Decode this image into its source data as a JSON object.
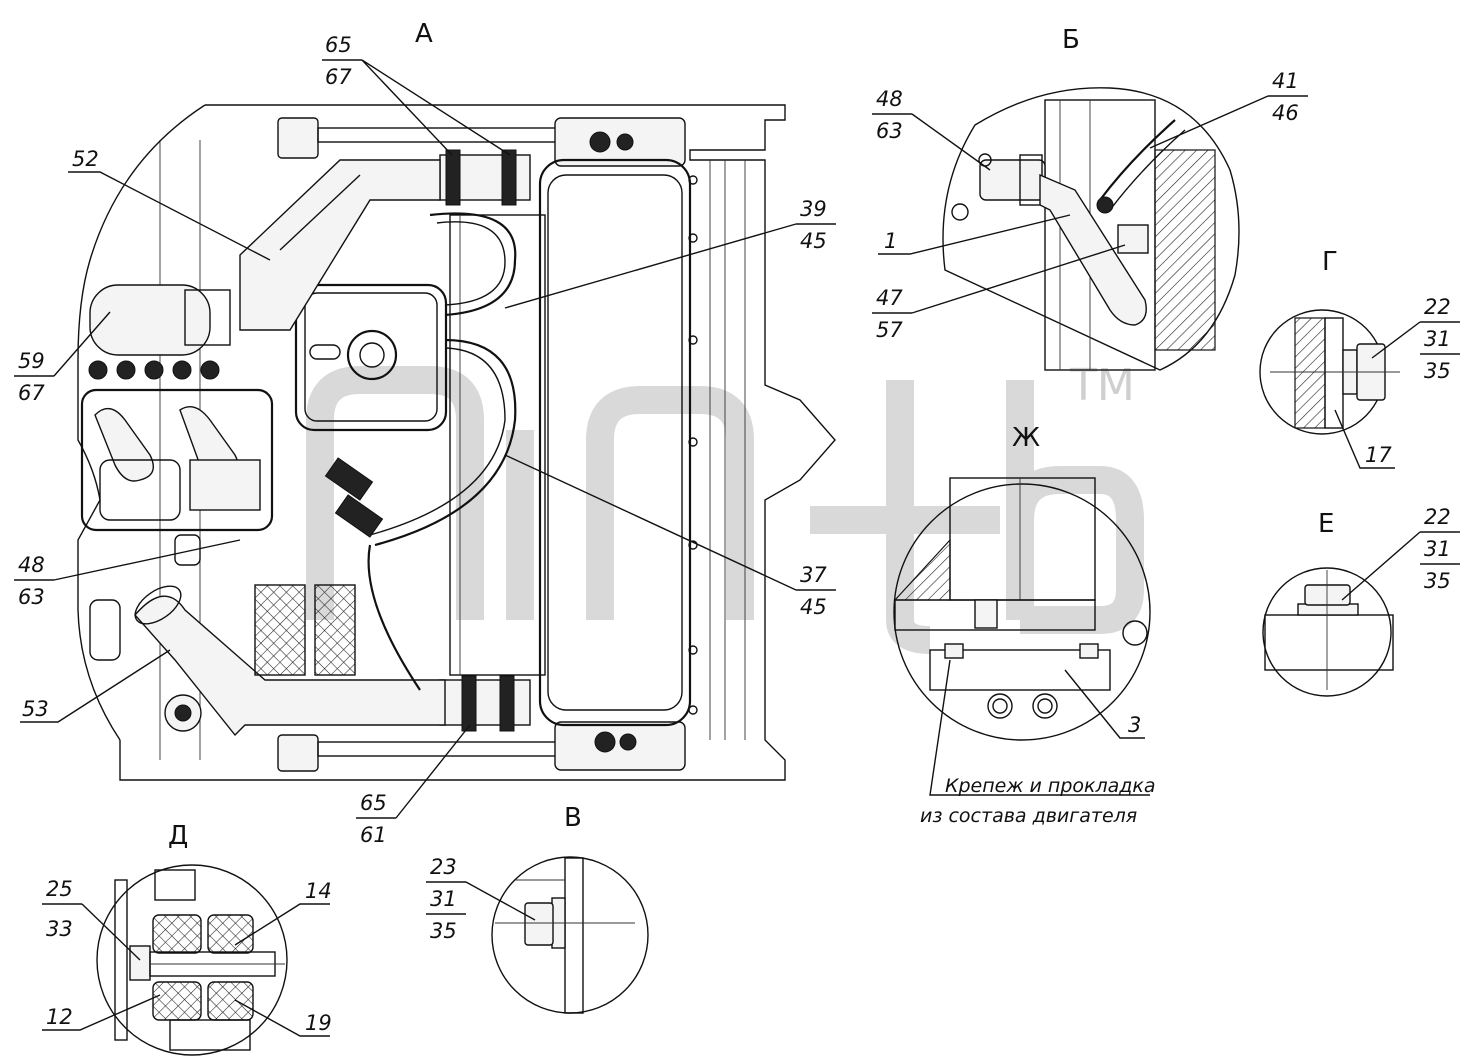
{
  "views": {
    "A": "А",
    "B": "Б",
    "V": "В",
    "G": "Г",
    "D": "Д",
    "E": "Е",
    "ZH": "Ж"
  },
  "callouts": {
    "c65_67_top": "65",
    "c67_top": "67",
    "c52": "52",
    "c59": "59",
    "c67_left": "67",
    "c48_left": "48",
    "c63_left": "63",
    "c53": "53",
    "c39": "39",
    "c45_top": "45",
    "c37": "37",
    "c45_bottom": "45",
    "c65_bottom": "65",
    "c61": "61",
    "c48_b": "48",
    "c63_b": "63",
    "c41": "41",
    "c46": "46",
    "c1": "1",
    "c47": "47",
    "c57": "57",
    "c22_g": "22",
    "c31_g": "31",
    "c35_g": "35",
    "c17": "17",
    "c22_e": "22",
    "c31_e": "31",
    "c35_e": "35",
    "c3": "3",
    "c25": "25",
    "c33": "33",
    "c14": "14",
    "c12": "12",
    "c19": "19",
    "c23": "23",
    "c31_v": "31",
    "c35_v": "35"
  },
  "notes": {
    "line1": "Крепеж и прокладка",
    "line2": "из состава двигателя"
  },
  "watermark": {
    "tm": "TM"
  }
}
